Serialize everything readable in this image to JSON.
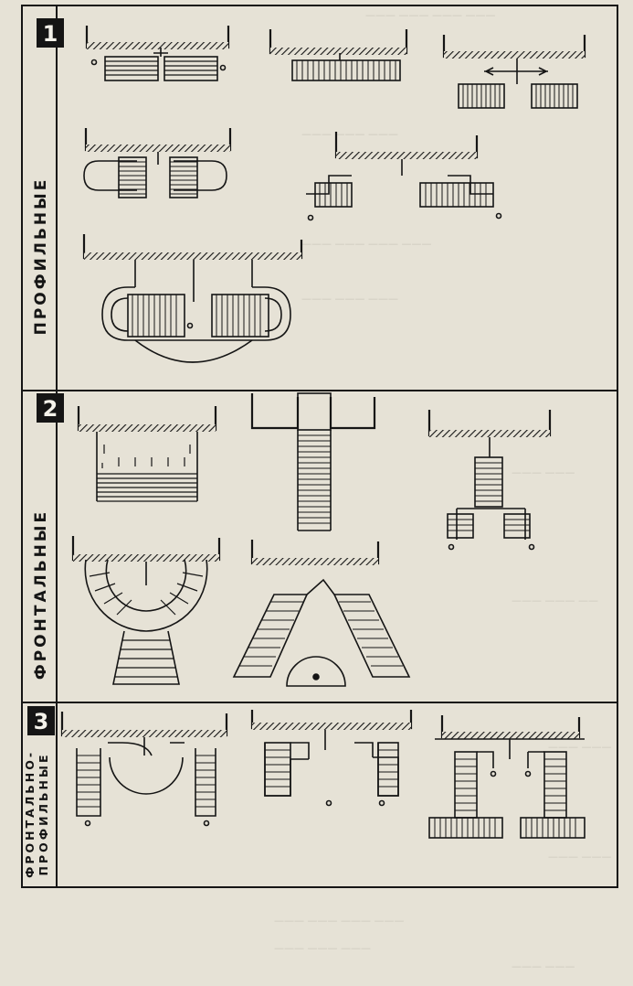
{
  "sections": [
    {
      "number": "1",
      "label": "ПРОФИЛЬНЫЕ"
    },
    {
      "number": "2",
      "label": "ФРОНТАЛЬНЫЕ"
    },
    {
      "number": "3",
      "label_line1": "ФРОНТАЛЬНО-",
      "label_line2": "ПРОФИЛЬНЫЕ"
    }
  ],
  "colors": {
    "ink": "#151515",
    "paper": "#e6e2d6",
    "bleed": "#b8b4a8"
  }
}
